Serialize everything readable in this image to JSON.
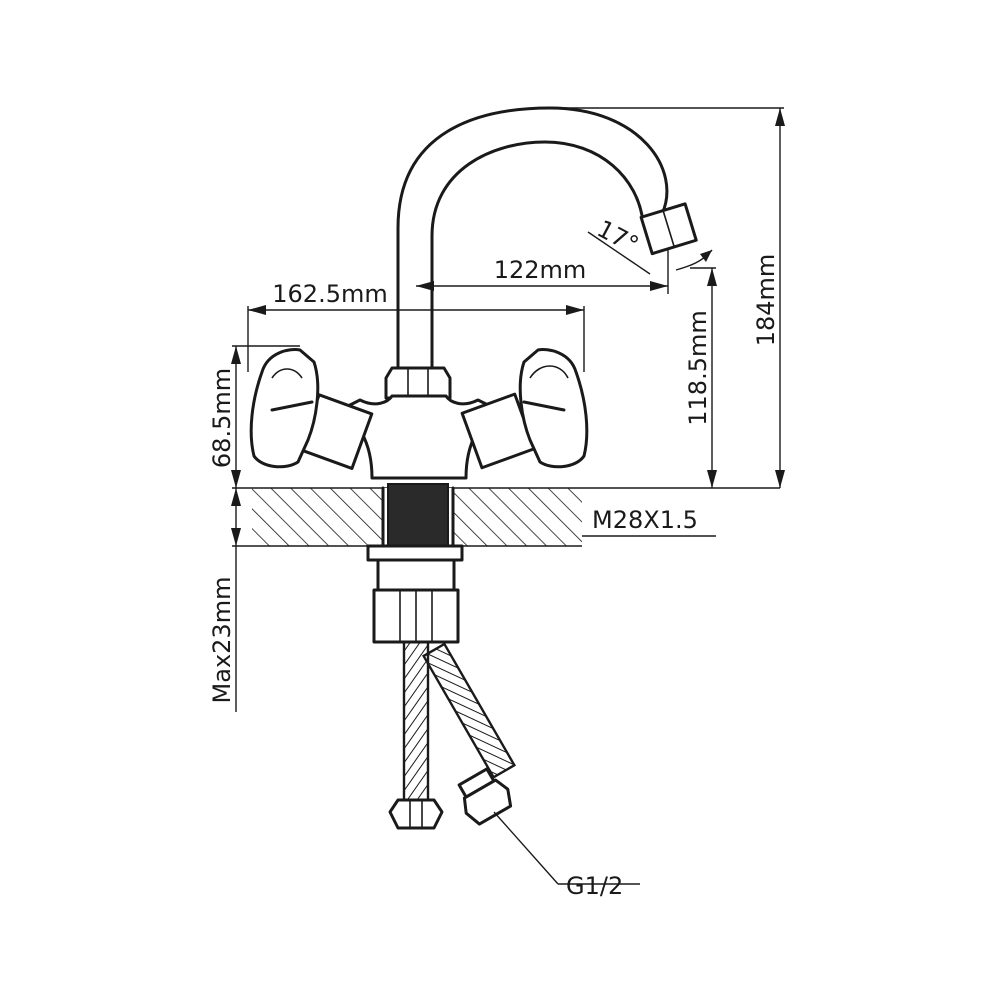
{
  "dimensions": {
    "height_total": "184mm",
    "spout_height": "118.5mm",
    "spout_reach": "122mm",
    "handle_span": "162.5mm",
    "handle_height": "68.5mm",
    "max_counter_thickness": "Max23mm",
    "spout_angle": "17°"
  },
  "threads": {
    "mount_thread": "M28X1.5",
    "hose_connection": "G1/2"
  }
}
